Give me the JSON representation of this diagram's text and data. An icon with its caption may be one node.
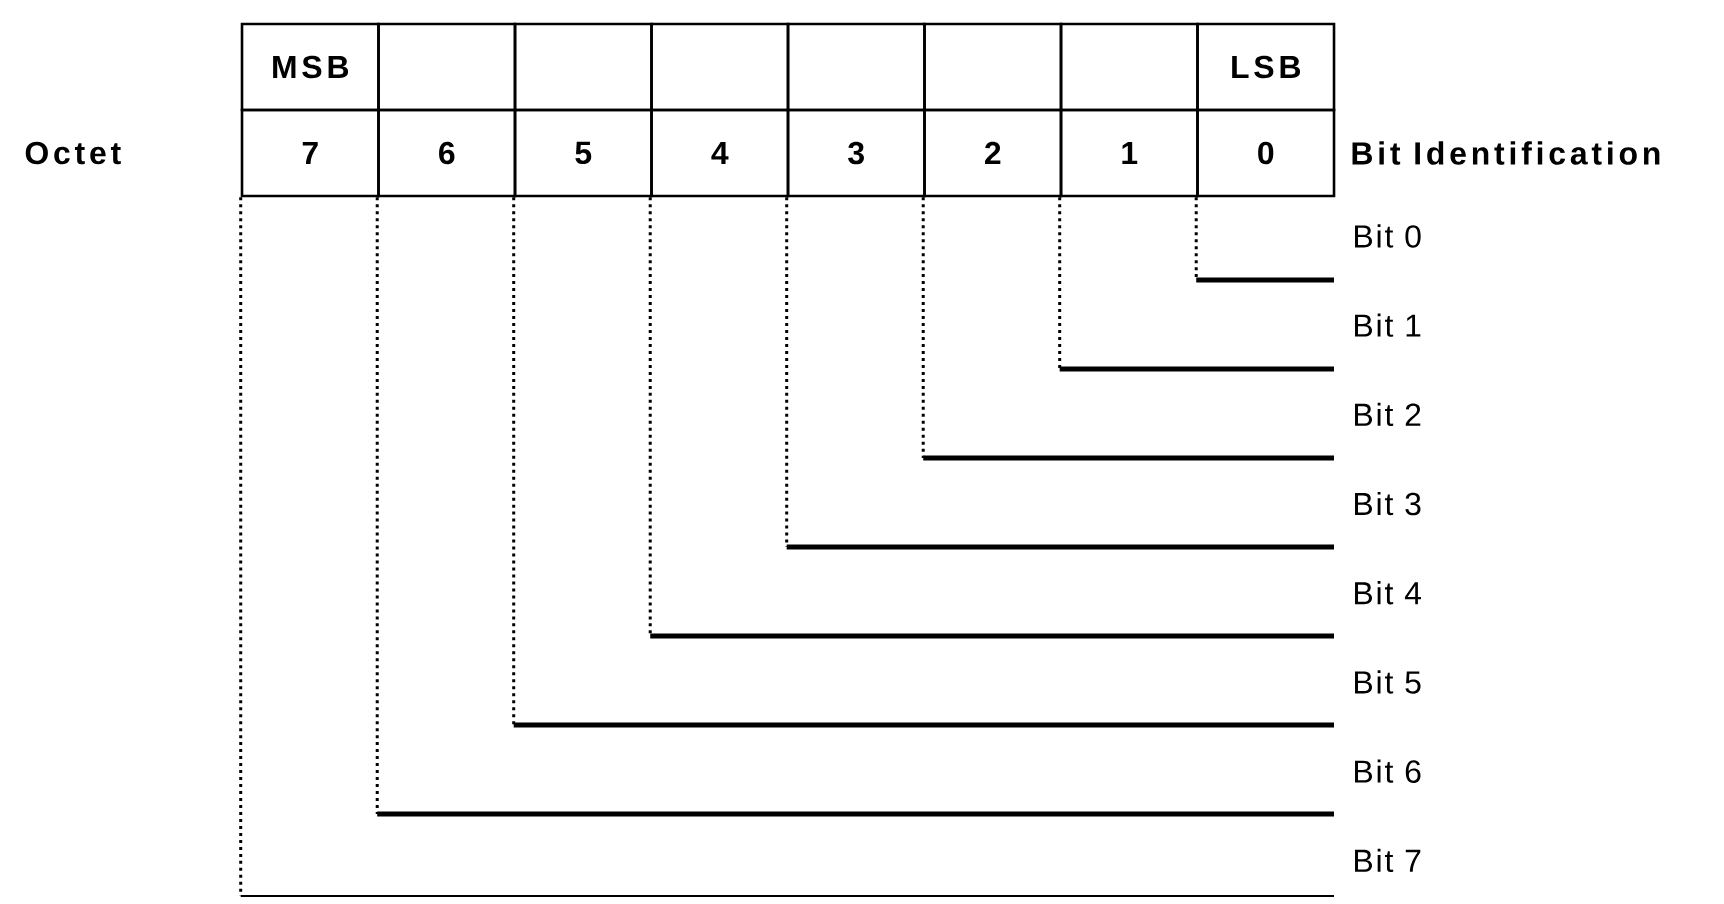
{
  "diagram": {
    "nodes": [
      {
        "text": [
          "MSB"
        ]
      },
      {
        "text": [],
        "shape": "box"
      },
      {
        "text": [],
        "shape": "box"
      },
      {
        "text": [],
        "shape": "box"
      },
      {
        "text": [],
        "shape": "box"
      },
      {
        "text": [],
        "shape": "box"
      },
      {
        "text": [],
        "shape": "box"
      },
      {
        "text": [
          "LSB"
        ]
      },
      {
        "text": [
          "7"
        ]
      },
      {
        "text": [
          "6"
        ]
      },
      {
        "text": [
          "5"
        ]
      },
      {
        "text": [
          "4"
        ]
      },
      {
        "text": [
          "3"
        ]
      },
      {
        "text": [
          "2"
        ]
      },
      {
        "text": [
          "1"
        ]
      },
      {
        "text": [
          "0"
        ]
      },
      {
        "text": [
          "Bit 0"
        ]
      },
      {
        "text": [
          "Bit 1"
        ]
      },
      {
        "text": [
          "Bit 2"
        ]
      },
      {
        "text": [
          "Bit 3"
        ]
      },
      {
        "text": [
          "Bit 4"
        ]
      },
      {
        "text": [
          "Bit 5"
        ]
      },
      {
        "text": [
          "Bit 6"
        ]
      },
      {
        "text": [
          "Bit 7"
        ]
      }
    ],
    "edges": [
      {
        "from": 16,
        "to": 15,
        "arrow": "none"
      },
      {
        "from": 17,
        "to": 14,
        "arrow": "none"
      },
      {
        "from": 18,
        "to": 13,
        "arrow": "none"
      },
      {
        "from": 19,
        "to": 12,
        "arrow": "none"
      },
      {
        "from": 20,
        "to": 11,
        "arrow": "none"
      },
      {
        "from": 21,
        "to": 10,
        "arrow": "none"
      },
      {
        "from": 22,
        "to": 9,
        "arrow": "none"
      },
      {
        "from": 23,
        "to": 8,
        "arrow": "none"
      }
    ],
    "labels": [
      "Octet",
      "Bit Identification"
    ]
  }
}
